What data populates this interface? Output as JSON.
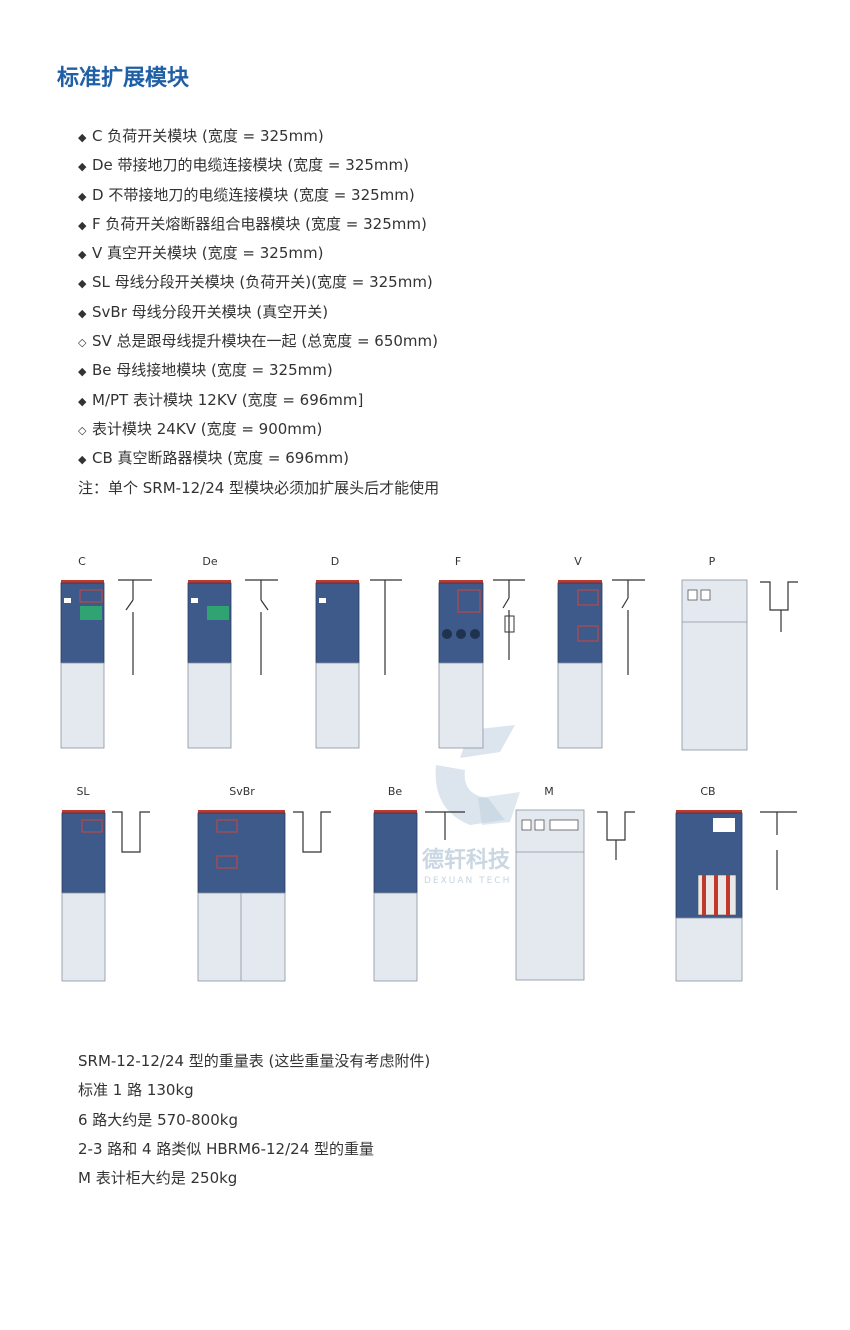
{
  "title": "标准扩展模块",
  "specs": [
    {
      "mark": "◆",
      "text": "C 负荷开关模块 (宽度 = 325mm)"
    },
    {
      "mark": "◆",
      "text": "De 带接地刀的电缆连接模块 (宽度 = 325mm)"
    },
    {
      "mark": "◆",
      "text": "D 不带接地刀的电缆连接模块 (宽度 = 325mm)"
    },
    {
      "mark": "◆",
      "text": "F 负荷开关熔断器组合电器模块 (宽度 = 325mm)"
    },
    {
      "mark": "◆",
      "text": "V 真空开关模块 (宽度 = 325mm)"
    },
    {
      "mark": "◆",
      "text": "SL 母线分段开关模块 (负荷开关)(宽度 = 325mm)"
    },
    {
      "mark": "◆",
      "text": "SvBr 母线分段开关模块 (真空开关)"
    },
    {
      "mark": "◇",
      "text": "SV 总是跟母线提升模块在一起 (总宽度 = 650mm)"
    },
    {
      "mark": "◆",
      "text": "Be 母线接地模块 (宽度 = 325mm)"
    },
    {
      "mark": "◆",
      "text": "M/PT 表计模块 12KV (宽度 = 696mm]"
    },
    {
      "mark": "◇",
      "text": "表计模块 24KV (宽度 = 900mm)"
    },
    {
      "mark": "◆",
      "text": "CB 真空断路器模块 (宽度 = 696mm)"
    },
    {
      "mark": "",
      "text": "注：单个 SRM-12/24 型模块必须加扩展头后才能使用"
    }
  ],
  "modules_row1": [
    "C",
    "De",
    "D",
    "F",
    "V",
    "P"
  ],
  "modules_row2": [
    "SL",
    "SvBr",
    "Be",
    "M",
    "CB"
  ],
  "watermark": {
    "name": "德轩科技",
    "sub": "DEXUAN TECH"
  },
  "weights": [
    "SRM-12-12/24 型的重量表 (这些重量没有考虑附件)",
    "标准 1 路 130kg",
    "6 路大约是 570-800kg",
    "2-3 路和 4 路类似 HBRM6-12/24 型的重量",
    "M 表计柜大约是 250kg"
  ],
  "colors": {
    "title": "#1f5fa6",
    "cabinet": "#3d5a8a",
    "accent_red": "#c0392b"
  }
}
